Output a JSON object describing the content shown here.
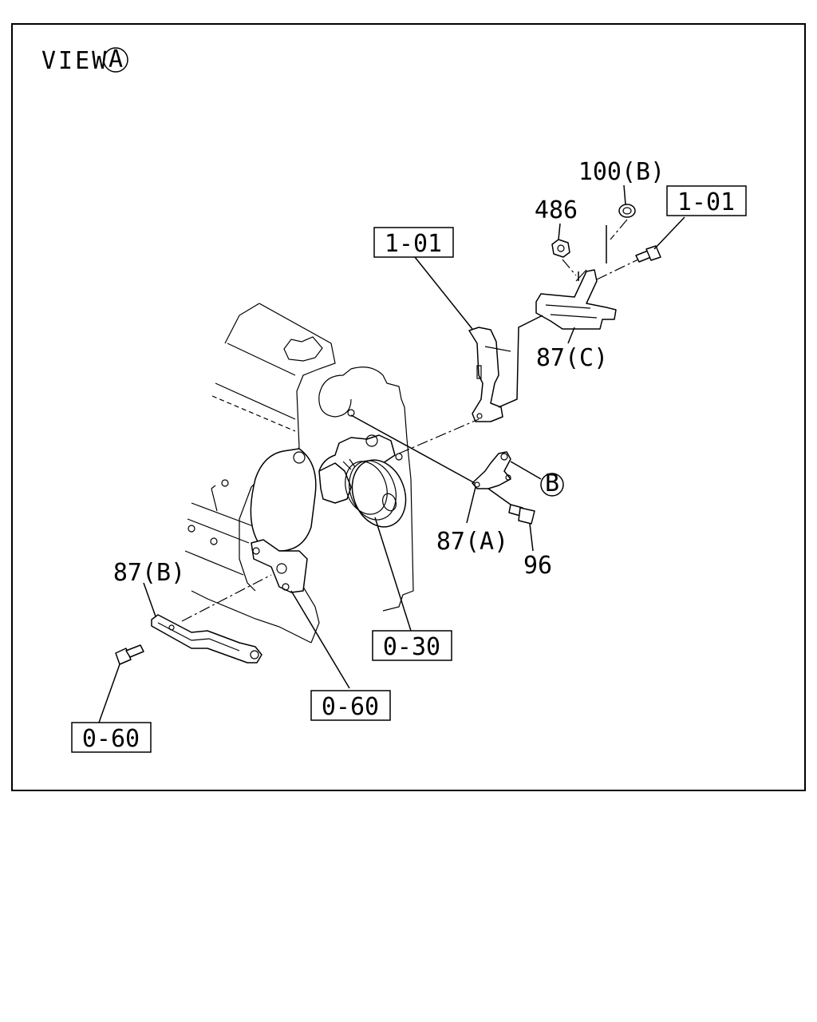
{
  "view": {
    "text": "VIEW",
    "circled": "A"
  },
  "boxed_refs": {
    "r1": "1-01",
    "r2": "1-01",
    "r3": "0-30",
    "r4": "0-60",
    "r5": "0-60"
  },
  "callouts": {
    "c100b": "100(B)",
    "c486": "486",
    "c87c": "87(C)",
    "c87a": "87(A)",
    "c96": "96",
    "c87b": "87(B)"
  },
  "circled_marker": "B"
}
